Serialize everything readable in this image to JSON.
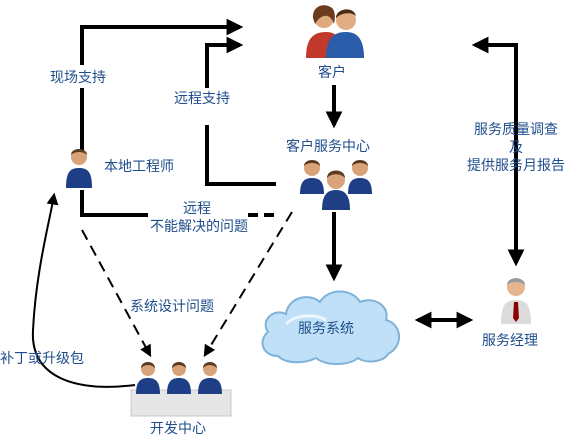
{
  "nodes": {
    "customer": {
      "label": "客户",
      "icon": "customer-icon"
    },
    "service_center": {
      "label": "客户服务中心",
      "icon": "team-icon"
    },
    "local_engineer": {
      "label": "本地工程师",
      "icon": "person-icon"
    },
    "service_system": {
      "label": "服务系统",
      "icon": "cloud-icon"
    },
    "service_manager": {
      "label": "服务经理",
      "icon": "manager-icon"
    },
    "dev_center": {
      "label": "开发中心",
      "icon": "team-icon"
    }
  },
  "edges": {
    "onsite_support": "现场支持",
    "remote_support": "远程支持",
    "remote_unsolved_line1": "远程",
    "remote_unsolved_line2": "不能解决的问题",
    "system_design_issue": "系统设计问题",
    "patch_upgrade": "补丁或升级包",
    "quality_survey_line1": "服务质量调查",
    "quality_survey_line2": "及",
    "quality_survey_line3": "提供服务月报告"
  },
  "colors": {
    "label_text": "#1f4e8c",
    "arrow": "#000000",
    "shirt_blue": "#1e3f86",
    "skin": "#d9a37a",
    "hair": "#5b3a1e",
    "cloud_fill": "#bfe0f6",
    "cloud_stroke": "#7fb2d9",
    "platform": "#e6e6e6",
    "manager_shirt": "#dcdcdc",
    "tie": "#8b0000"
  }
}
